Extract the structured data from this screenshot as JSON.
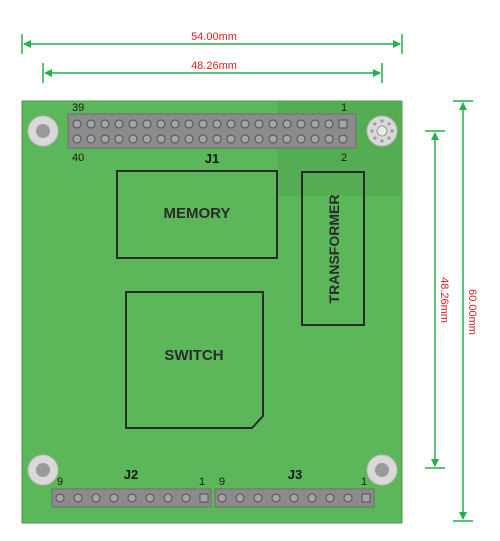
{
  "dimensions": {
    "width_outer": "54.00mm",
    "width_inner": "48.26mm",
    "height_inner": "48.26mm",
    "height_outer": "60.00mm"
  },
  "connectors": {
    "j1": {
      "label": "J1",
      "pin_top_left": "39",
      "pin_top_right": "1",
      "pin_bottom_left": "40",
      "pin_bottom_right": "2",
      "pins": 40
    },
    "j2": {
      "label": "J2",
      "pin_left": "9",
      "pin_right": "1",
      "pins": 9
    },
    "j3": {
      "label": "J3",
      "pin_left": "9",
      "pin_right": "1",
      "pins": 9
    }
  },
  "components": {
    "memory": "MEMORY",
    "switch": "SWITCH",
    "transformer": "TRANSFORMER"
  },
  "colors": {
    "board": "#5cb65a",
    "board_edge": "#4a9a48",
    "header_fill": "#8b8b8b",
    "dim_green": "#22b14c",
    "dim_text": "#e02020",
    "outline": "#2b2b2b"
  }
}
